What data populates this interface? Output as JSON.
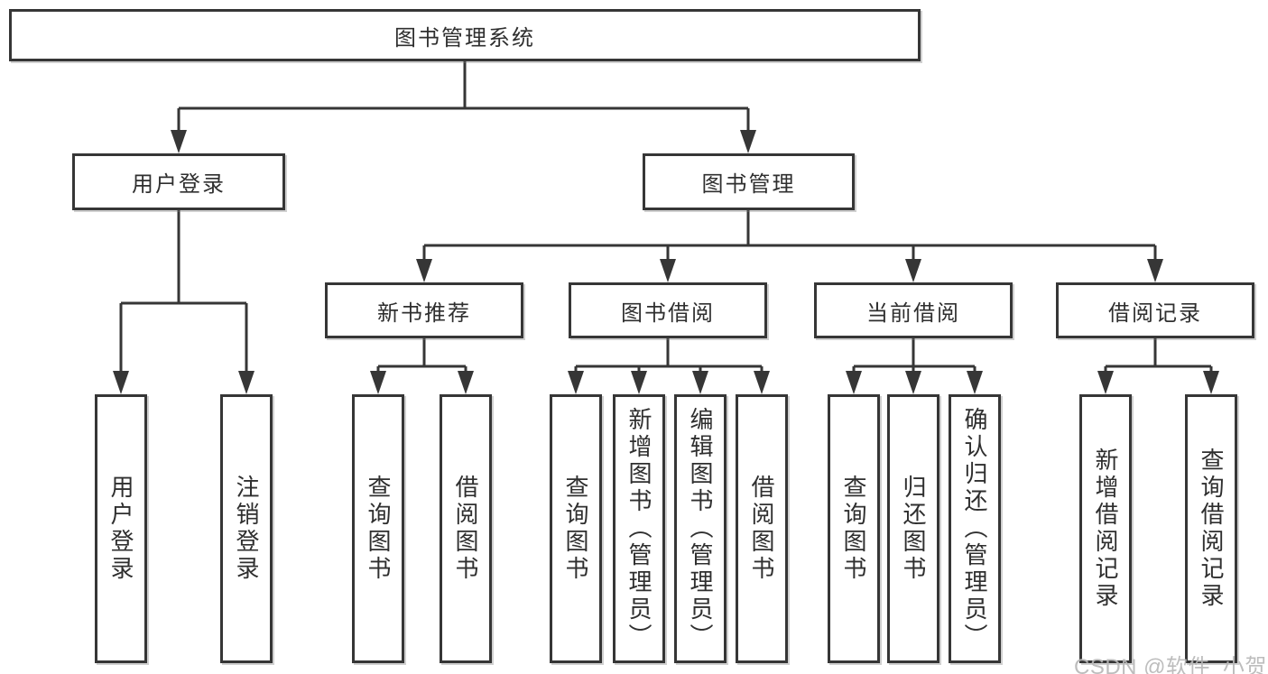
{
  "diagram": {
    "root": {
      "label": "图书管理系统"
    },
    "level2": [
      {
        "label": "用户登录"
      },
      {
        "label": "图书管理"
      }
    ],
    "level3": [
      {
        "label": "新书推荐"
      },
      {
        "label": "图书借阅"
      },
      {
        "label": "当前借阅"
      },
      {
        "label": "借阅记录"
      }
    ],
    "leaves": [
      {
        "label": "用户登录"
      },
      {
        "label": "注销登录"
      },
      {
        "label": "查询图书"
      },
      {
        "label": "借阅图书"
      },
      {
        "label": "查询图书"
      },
      {
        "label": "新增图书（管理员）"
      },
      {
        "label": "编辑图书（管理员）"
      },
      {
        "label": "借阅图书"
      },
      {
        "label": "查询图书"
      },
      {
        "label": "归还图书"
      },
      {
        "label": "确认归还（管理员）"
      },
      {
        "label": "新增借阅记录"
      },
      {
        "label": "查询借阅记录"
      }
    ]
  },
  "watermark": {
    "text": "CSDN @软件_小贺同学"
  },
  "colors": {
    "line": "#363636",
    "text": "#2f2f2f",
    "watermark": "#b8b8b8",
    "background": "#ffffff"
  }
}
